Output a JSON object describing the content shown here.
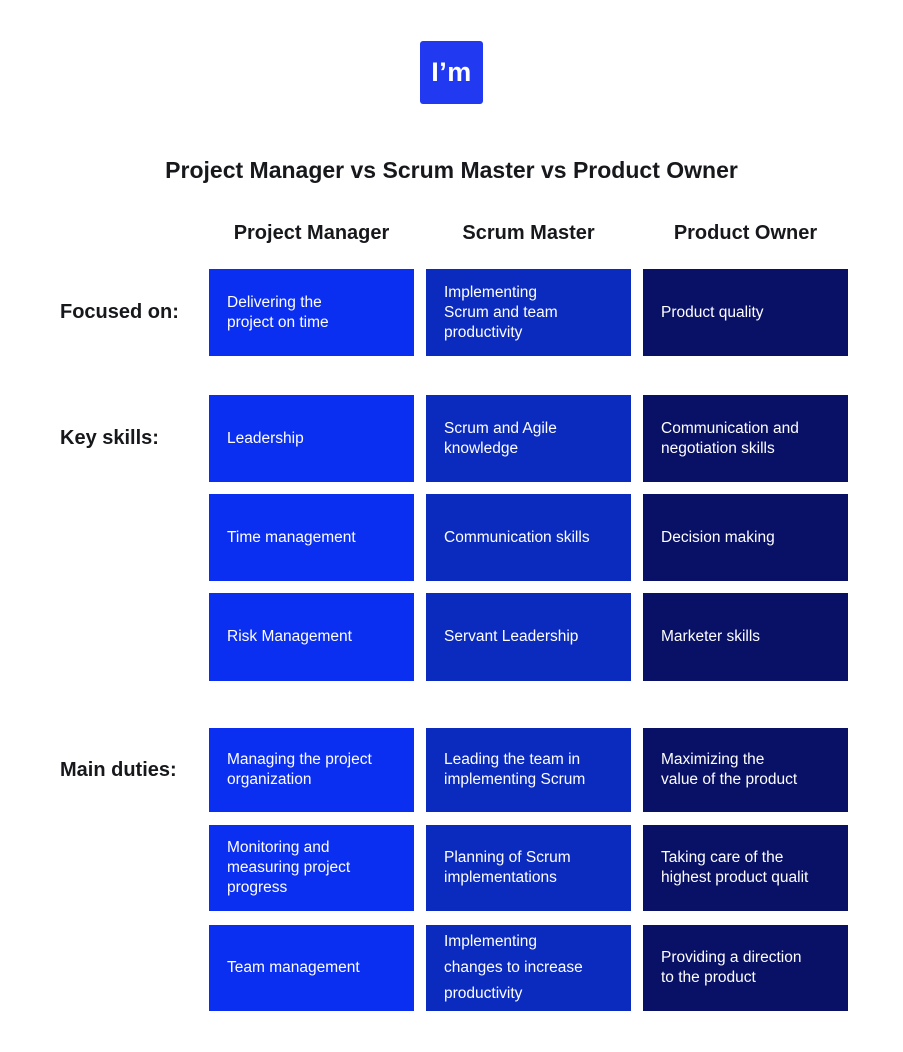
{
  "logo": {
    "text": "I’m"
  },
  "title": "Project Manager vs Scrum Master vs Product Owner",
  "colors": {
    "logo_bg": "#2139f0",
    "col_project_manager": "#0b2ff1",
    "col_scrum_master": "#0a2bbe",
    "col_product_owner": "#091166",
    "heading_text": "#17181c",
    "cell_text": "#fdfdfd"
  },
  "columns": [
    {
      "label": "Project Manager"
    },
    {
      "label": "Scrum Master"
    },
    {
      "label": "Product Owner"
    }
  ],
  "sections": [
    {
      "label": "Focused on:",
      "rows": [
        [
          "Delivering the\nproject on time",
          "Implementing\nScrum and team\nproductivity",
          "Product quality"
        ]
      ]
    },
    {
      "label": "Key skills:",
      "rows": [
        [
          "Leadership",
          "Scrum and Agile\nknowledge",
          "Communication and\nnegotiation skills"
        ],
        [
          "Time management",
          "Communication skills",
          "Decision making"
        ],
        [
          "Risk Management",
          "Servant Leadership",
          "Marketer skills"
        ]
      ]
    },
    {
      "label": "Main duties:",
      "rows": [
        [
          "Managing the project\norganization",
          "Leading the team in\nimplementing Scrum",
          "Maximizing the\nvalue of the product"
        ],
        [
          "Monitoring and\nmeasuring project\nprogress",
          "Planning of Scrum\nimplementations",
          "Taking care of the\nhighest product qualit"
        ],
        [
          "Team management",
          "Implementing\nchanges to increase\nproductivity",
          "Providing a direction\nto the product"
        ]
      ]
    }
  ]
}
